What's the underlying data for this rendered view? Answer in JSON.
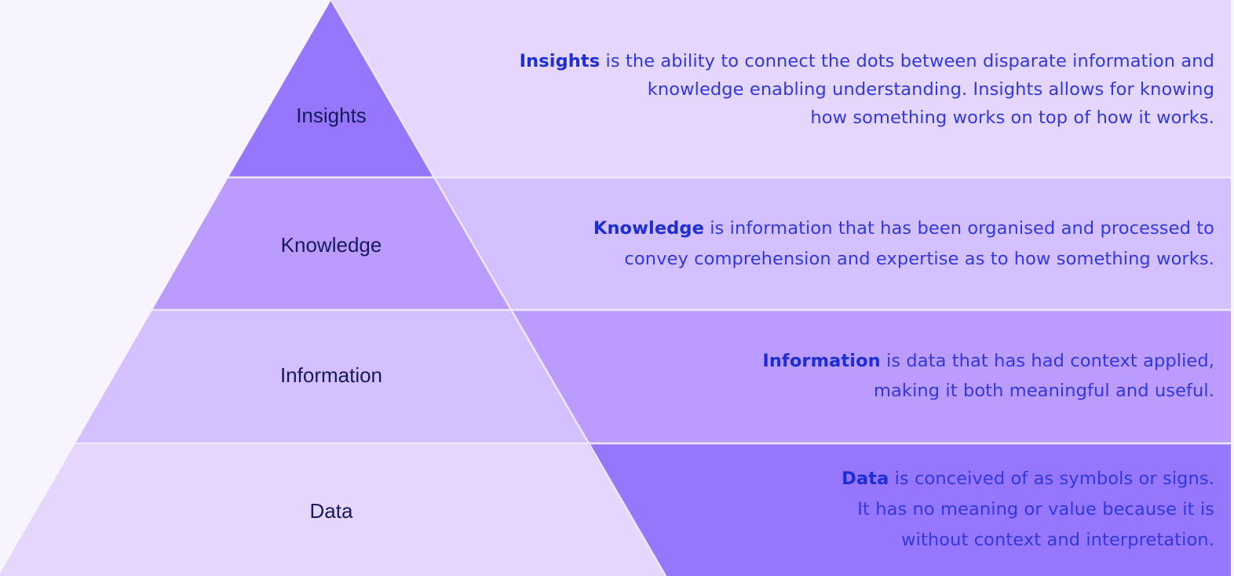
{
  "colors": {
    "darkest": "#9677fc",
    "dark": "#bb9cfe",
    "light": "#d4c0fe",
    "lightest": "#e5d6fe",
    "text_blue": "#3138e0",
    "label_navy": "#151a5c"
  },
  "levels": [
    {
      "label": "Insights",
      "term": "Insights",
      "lines": [
        " is the ability to connect the dots between disparate information and",
        "knowledge enabling understanding. Insights allows for knowing",
        "how something works on top of how it works."
      ]
    },
    {
      "label": "Knowledge",
      "term": "Knowledge",
      "lines": [
        " is information that has been organised and processed to",
        "convey comprehension and expertise as to how something works."
      ]
    },
    {
      "label": "Information",
      "term": "Information",
      "lines": [
        " is data that has had context applied,",
        "making it both meaningful and useful."
      ]
    },
    {
      "label": "Data",
      "term": "Data",
      "lines": [
        " is conceived of as symbols or signs.",
        "It has no meaning or value because it is",
        "without context and interpretation."
      ]
    }
  ]
}
